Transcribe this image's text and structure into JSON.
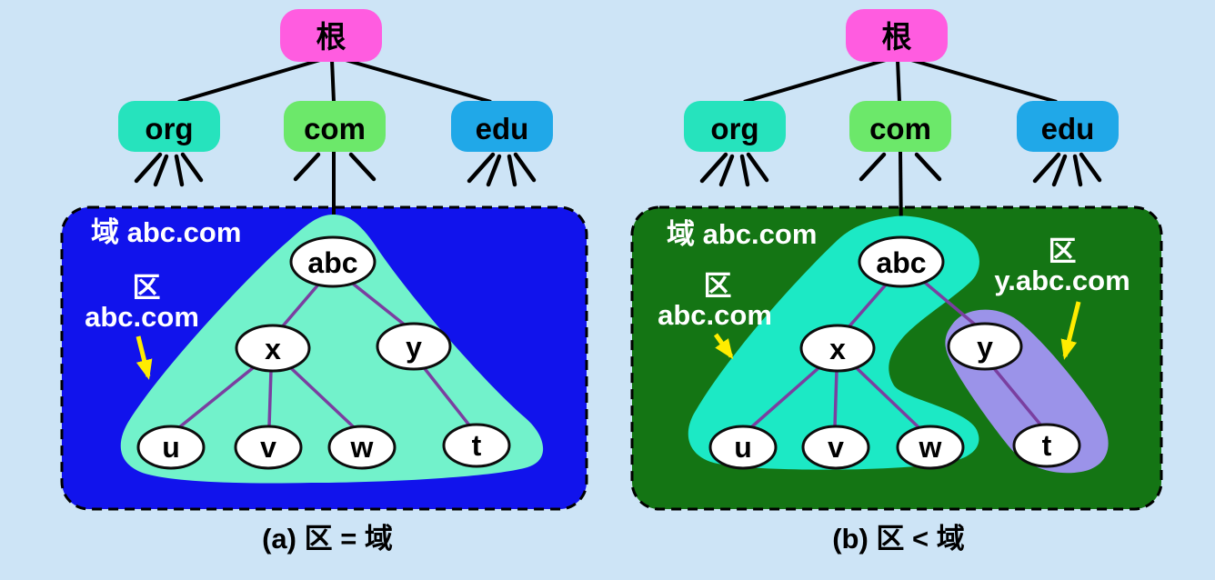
{
  "colors": {
    "background": "#cde4f6",
    "root_node": "#ff5ce0",
    "org_node": "#26e3bd",
    "com_node": "#6ce86a",
    "edu_node": "#20a8e8",
    "domain_box_a": "#1113ec",
    "domain_box_b": "#147514",
    "zone_abc_a": "#72f2cb",
    "zone_abc_b": "#1ce9c5",
    "zone_y": "#9b93e9",
    "tree_edge": "#7a3fa0",
    "arrow": "#ffec00"
  },
  "top_nodes": {
    "root": "根",
    "org": "org",
    "com": "com",
    "edu": "edu"
  },
  "panel_a": {
    "caption": "(a) 区 = 域",
    "domain_label": "域 abc.com",
    "zone_label_top": "区",
    "zone_label_bottom": "abc.com",
    "nodes": {
      "abc": "abc",
      "x": "x",
      "y": "y",
      "u": "u",
      "v": "v",
      "w": "w",
      "t": "t"
    }
  },
  "panel_b": {
    "caption": "(b) 区 < 域",
    "domain_label": "域 abc.com",
    "zone_abc_label_top": "区",
    "zone_abc_label_bottom": "abc.com",
    "zone_y_label_top": "区",
    "zone_y_label_bottom": "y.abc.com",
    "nodes": {
      "abc": "abc",
      "x": "x",
      "y": "y",
      "u": "u",
      "v": "v",
      "w": "w",
      "t": "t"
    }
  }
}
